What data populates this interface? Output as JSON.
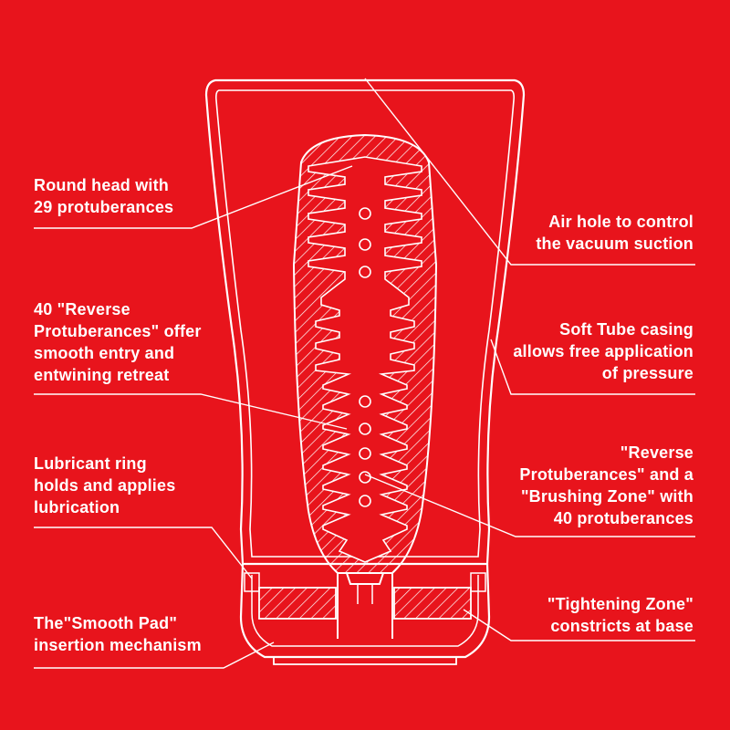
{
  "background_color": "#e8141c",
  "line_color": "#ffffff",
  "labels": {
    "round_head": "Round head with\n29 protuberances",
    "reverse_protuberances": "40 \"Reverse\nProtuberances\" offer\nsmooth entry and\nentwining retreat",
    "lubricant_ring": "Lubricant ring\nholds and applies\nlubrication",
    "smooth_pad": "The\"Smooth Pad\"\ninsertion mechanism",
    "air_hole": "Air hole to control\nthe vacuum suction",
    "soft_tube": "Soft Tube casing\nallows free application\nof pressure",
    "brushing_zone": "\"Reverse\nProtuberances\" and a\n\"Brushing Zone\" with\n40 protuberances",
    "tightening_zone": "\"Tightening Zone\"\nconstricts at base"
  }
}
